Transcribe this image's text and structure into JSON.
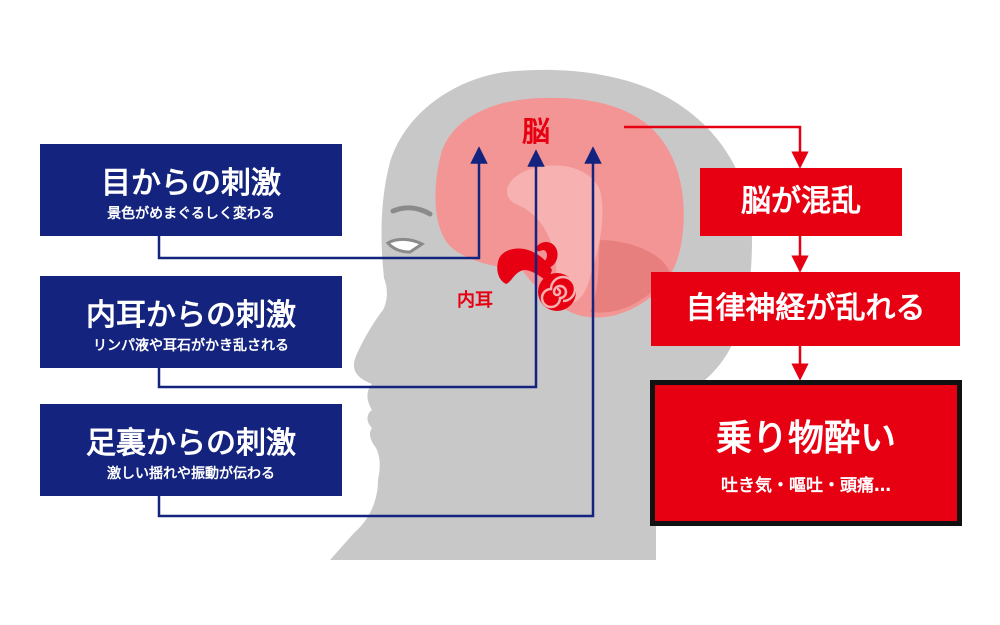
{
  "labels": {
    "brain": "脳",
    "inner_ear": "内耳"
  },
  "sources": [
    {
      "title": "目からの刺激",
      "subtitle": "景色がめまぐるしく変わる"
    },
    {
      "title": "内耳からの刺激",
      "subtitle": "リンパ液や耳石がかき乱される"
    },
    {
      "title": "足裏からの刺激",
      "subtitle": "激しい揺れや振動が伝わる"
    }
  ],
  "flow": {
    "step1": "脳が混乱",
    "step2": "自律神経が乱れる",
    "result": {
      "title": "乗り物酔い",
      "subtitle": "吐き気・嘔吐・頭痛…"
    }
  },
  "colors": {
    "navy": "#13237e",
    "red": "#e60012",
    "brain": "#f39595",
    "head": "#c8c8c8",
    "neck": "#a3a3a3",
    "border": "#111111"
  }
}
